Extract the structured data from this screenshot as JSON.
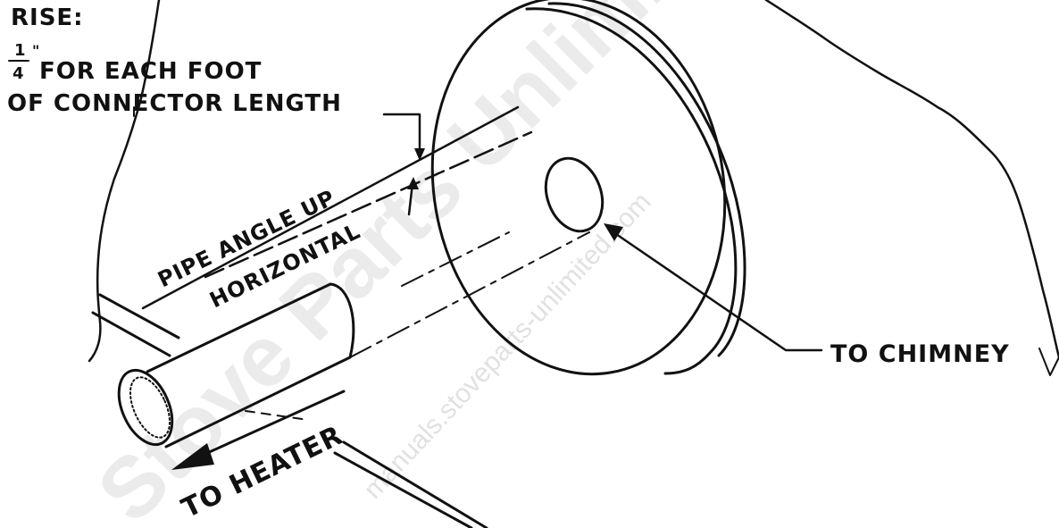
{
  "labels": {
    "rise_title": "RISE:",
    "rise_frac_num": "1",
    "rise_frac_den": "4",
    "rise_inch_mark": "\"",
    "rise_line1": "FOR EACH FOOT",
    "rise_line2": "OF CONNECTOR LENGTH",
    "pipe_angle": "PIPE ANGLE UP",
    "horizontal": "HORIZONTAL",
    "to_chimney": "TO CHIMNEY",
    "to_heater": "TO HEATER"
  },
  "watermark": {
    "big": "Stove Parts Unlimited",
    "small": "manuals.stoveparts-unlimited.com"
  },
  "icons": [
    "arrow-icon"
  ],
  "colors": {
    "ink": "#111111",
    "watermark": "#c8c8c8",
    "background": "#ffffff"
  }
}
